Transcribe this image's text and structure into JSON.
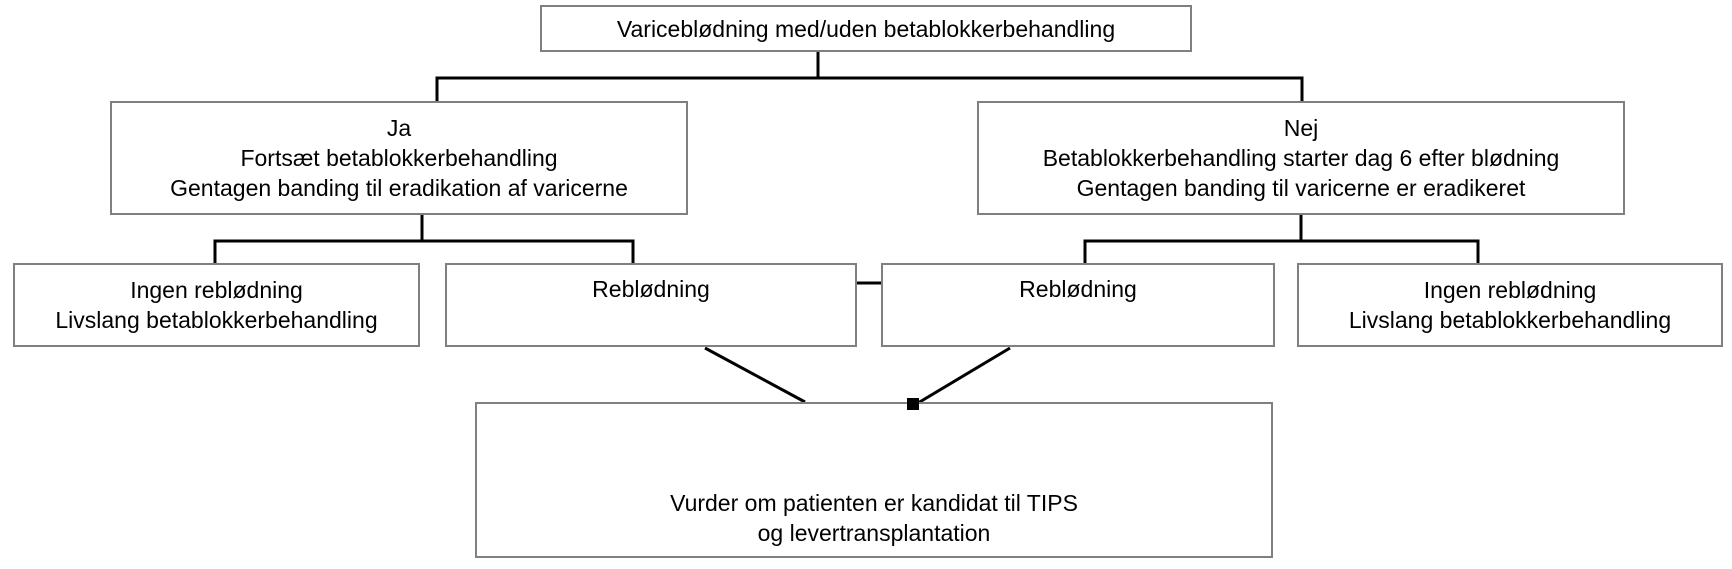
{
  "diagram": {
    "type": "flowchart",
    "language": "da",
    "colors": {
      "background": "#ffffff",
      "box_fill": "#ffffff",
      "box_border": "#808080",
      "connector": "#000000",
      "text": "#000000"
    },
    "nodes": {
      "root": {
        "lines": [
          "Variceblødning med/uden betablokkerbehandling"
        ]
      },
      "ja": {
        "lines": [
          "Ja",
          "Fortsæt betablokkerbehandling",
          "Gentagen banding til eradikation af varicerne"
        ]
      },
      "nej": {
        "lines": [
          "Nej",
          "Betablokkerbehandling starter dag 6 efter blødning",
          "Gentagen banding til varicerne er eradikeret"
        ]
      },
      "ja_ingen_rebloedning": {
        "lines": [
          "Ingen reblødning",
          "Livslang betablokkerbehandling"
        ]
      },
      "ja_rebloedning": {
        "lines": [
          "Reblødning"
        ]
      },
      "nej_rebloedning": {
        "lines": [
          "Reblødning"
        ]
      },
      "nej_ingen_rebloedning": {
        "lines": [
          "Ingen reblødning",
          "Livslang betablokkerbehandling"
        ]
      },
      "tips": {
        "lines": [
          "Vurder om patienten er kandidat til TIPS",
          "og levertransplantation"
        ]
      }
    },
    "edges": [
      {
        "from": "root",
        "to": "ja",
        "style": "elbow"
      },
      {
        "from": "root",
        "to": "nej",
        "style": "elbow"
      },
      {
        "from": "ja",
        "to": "ja_ingen_rebloedning",
        "style": "elbow"
      },
      {
        "from": "ja",
        "to": "ja_rebloedning",
        "style": "elbow"
      },
      {
        "from": "nej",
        "to": "nej_rebloedning",
        "style": "elbow"
      },
      {
        "from": "nej",
        "to": "nej_ingen_rebloedning",
        "style": "elbow"
      },
      {
        "from": "ja_rebloedning",
        "to": "nej_rebloedning",
        "style": "horizontal-link"
      },
      {
        "from": "ja_rebloedning",
        "to": "tips",
        "style": "diagonal"
      },
      {
        "from": "nej_rebloedning",
        "to": "tips",
        "style": "diagonal"
      }
    ]
  }
}
